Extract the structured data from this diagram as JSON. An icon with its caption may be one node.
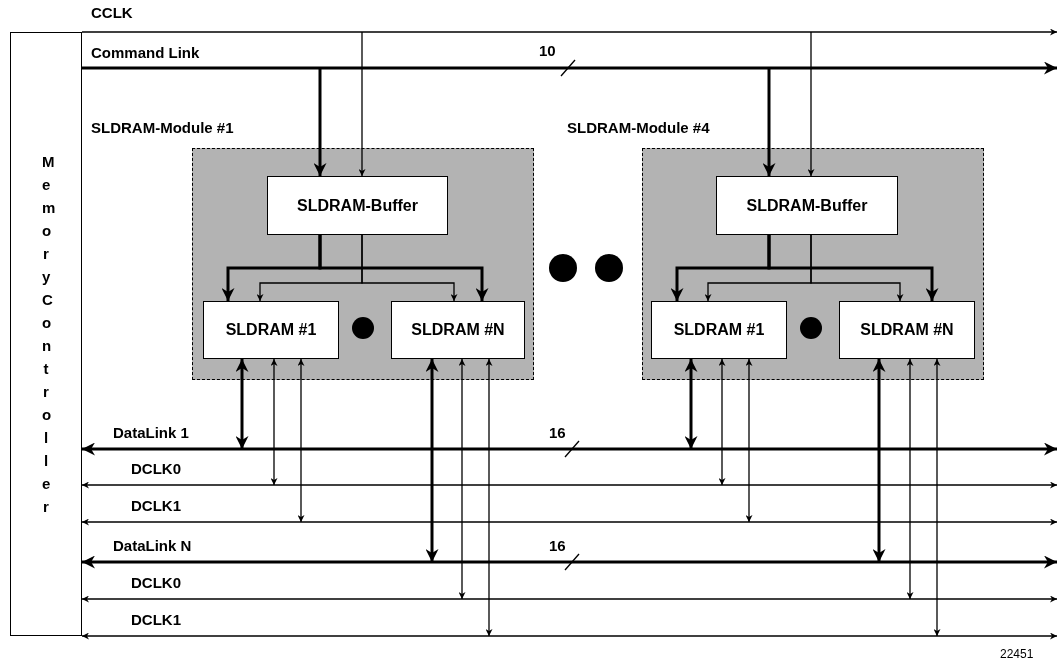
{
  "diagram": {
    "nodes": [
      {
        "text": [
          "Memory Controller"
        ]
      },
      {
        "text": [
          "SLDRAM-Module #1"
        ]
      },
      {
        "text": [
          "SLDRAM-Buffer"
        ],
        "in": 1
      },
      {
        "text": [
          "SLDRAM #1"
        ],
        "in": 1
      },
      {
        "text": [
          "SLDRAM #N"
        ],
        "in": 1
      },
      {
        "text": [
          "SLDRAM-Module #4"
        ]
      },
      {
        "text": [
          "SLDRAM-Buffer"
        ],
        "in": 5
      },
      {
        "text": [
          "SLDRAM #1"
        ],
        "in": 5
      },
      {
        "text": [
          "SLDRAM #N"
        ],
        "in": 5
      }
    ],
    "edges": [
      {
        "from": 0,
        "to": null,
        "arrow": "to",
        "label": "CCLK"
      },
      {
        "from": 0,
        "to": null,
        "arrow": "to",
        "label": "Command Link",
        "style": "thick"
      },
      {
        "from": 0,
        "to": null,
        "arrow": "both",
        "label": "DataLink 1",
        "style": "thick"
      },
      {
        "from": 0,
        "to": null,
        "arrow": "both",
        "label": "DCLK0"
      },
      {
        "from": 0,
        "to": null,
        "arrow": "both",
        "label": "DCLK1"
      },
      {
        "from": 0,
        "to": null,
        "arrow": "both",
        "label": "DataLink N",
        "style": "thick"
      },
      {
        "from": 0,
        "to": null,
        "arrow": "both",
        "label": "DCLK0"
      },
      {
        "from": 0,
        "to": null,
        "arrow": "both",
        "label": "DCLK1"
      },
      {
        "from": null,
        "to": 2,
        "arrow": "to",
        "style": "thick"
      },
      {
        "from": null,
        "to": 2,
        "arrow": "to"
      },
      {
        "from": null,
        "to": 6,
        "arrow": "to",
        "style": "thick"
      },
      {
        "from": null,
        "to": 6,
        "arrow": "to"
      },
      {
        "from": 2,
        "to": 3,
        "arrow": "to",
        "style": "thick"
      },
      {
        "from": 2,
        "to": 4,
        "arrow": "to",
        "style": "thick"
      },
      {
        "from": 2,
        "to": 3,
        "arrow": "to"
      },
      {
        "from": 2,
        "to": 4,
        "arrow": "to"
      },
      {
        "from": 6,
        "to": 7,
        "arrow": "to",
        "style": "thick"
      },
      {
        "from": 6,
        "to": 8,
        "arrow": "to",
        "style": "thick"
      },
      {
        "from": 6,
        "to": 7,
        "arrow": "to"
      },
      {
        "from": 6,
        "to": 8,
        "arrow": "to"
      },
      {
        "from": 3,
        "to": null,
        "arrow": "both",
        "style": "thick"
      },
      {
        "from": 3,
        "to": null,
        "arrow": "both"
      },
      {
        "from": 3,
        "to": null,
        "arrow": "both"
      },
      {
        "from": 4,
        "to": null,
        "arrow": "both",
        "style": "thick"
      },
      {
        "from": 4,
        "to": null,
        "arrow": "both"
      },
      {
        "from": 4,
        "to": null,
        "arrow": "both"
      },
      {
        "from": 7,
        "to": null,
        "arrow": "both",
        "style": "thick"
      },
      {
        "from": 7,
        "to": null,
        "arrow": "both"
      },
      {
        "from": 7,
        "to": null,
        "arrow": "both"
      },
      {
        "from": 8,
        "to": null,
        "arrow": "both",
        "style": "thick"
      },
      {
        "from": 8,
        "to": null,
        "arrow": "both"
      },
      {
        "from": 8,
        "to": null,
        "arrow": "both"
      }
    ],
    "labels": [
      "10",
      "16",
      "16",
      "22451"
    ]
  }
}
